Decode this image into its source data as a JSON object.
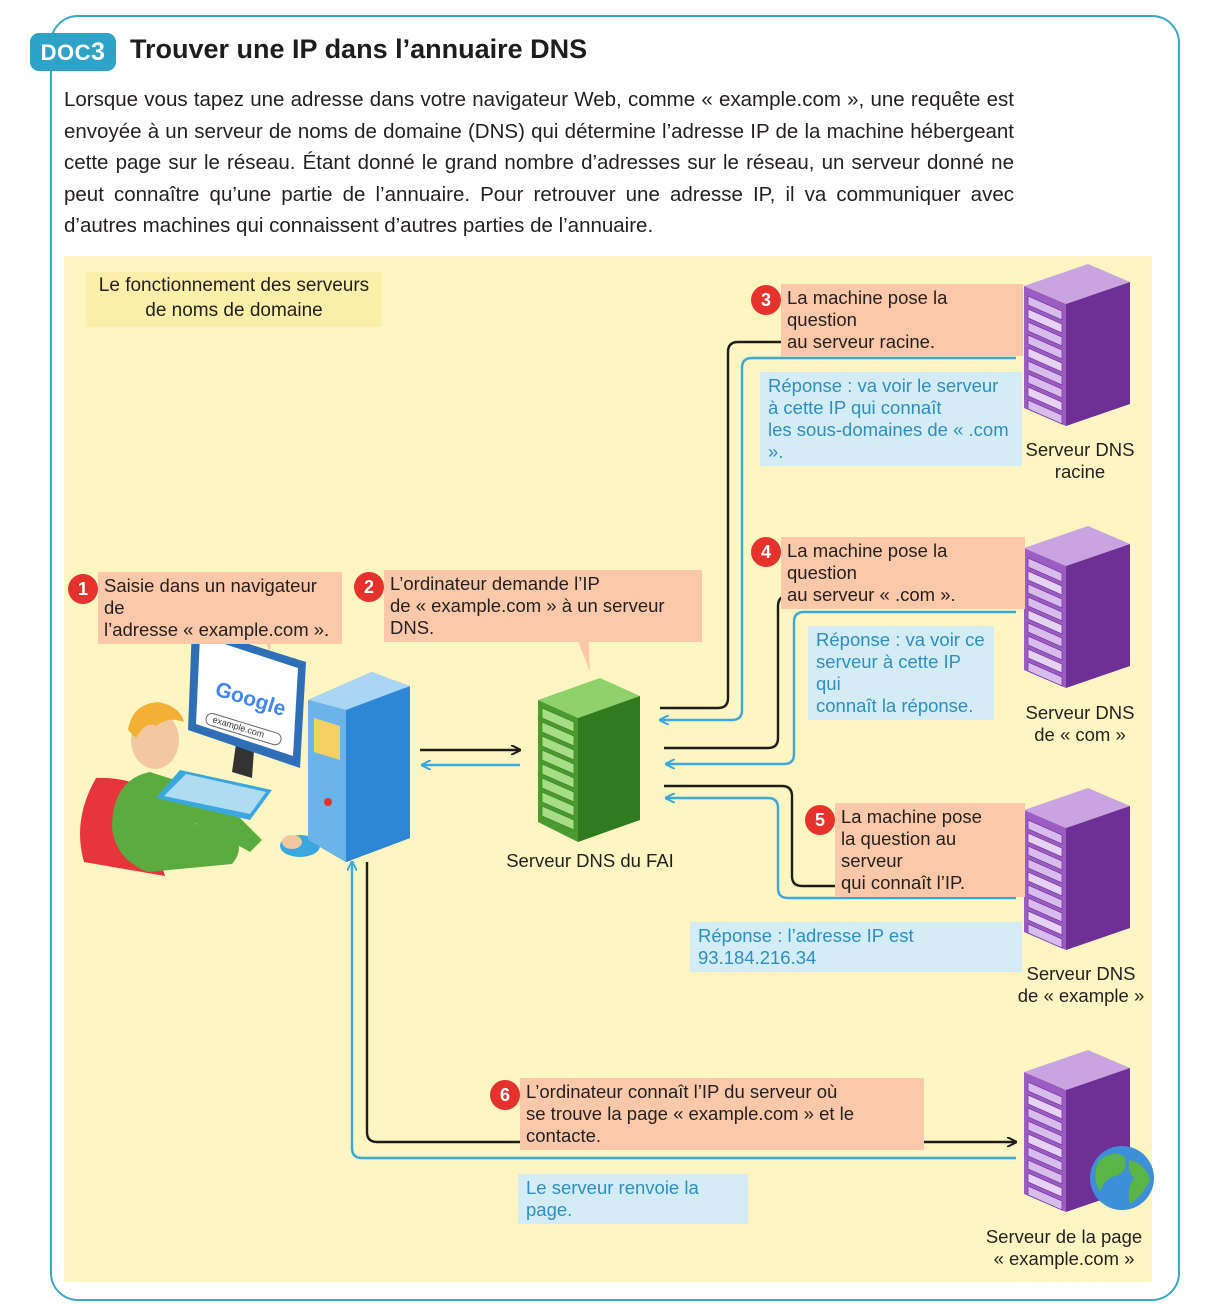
{
  "doc": {
    "badge_prefix": "DOC",
    "badge_number": "3",
    "title": "Trouver une IP dans l’annuaire DNS"
  },
  "intro": "Lorsque vous tapez une adresse dans votre navigateur Web, comme « example.com », une requête est envoyée à un serveur de noms de domaine (DNS) qui détermine l’adresse IP de la machine hébergeant cette page sur le réseau. Étant donné le grand nombre d’adresses sur le réseau, un serveur donné ne peut connaître qu’une partie de l’annuaire. Pour retrouver une adresse IP, il va communiquer avec d’autres machines qui connaissent d’autres parties de l’annuaire.",
  "diagram": {
    "title_line1": "Le fonctionnement des serveurs",
    "title_line2": "de noms de domaine",
    "steps": [
      {
        "number": "1",
        "line1": "Saisie dans un navigateur de",
        "line2": "l’adresse « example.com »."
      },
      {
        "number": "2",
        "line1": "L’ordinateur demande l’IP",
        "line2": "de « example.com » à un serveur DNS."
      },
      {
        "number": "3",
        "line1": "La machine pose la question",
        "line2": "au serveur racine."
      },
      {
        "number": "4",
        "line1": "La machine pose la question",
        "line2": "au serveur « .com »."
      },
      {
        "number": "5",
        "line1": "La machine pose",
        "line2": "la question au serveur",
        "line3": "qui connaît l’IP."
      },
      {
        "number": "6",
        "line1": "L’ordinateur connaît l’IP du serveur où",
        "line2": "se trouve la page « example.com » et le contacte."
      }
    ],
    "answers": {
      "root": {
        "line1": "Réponse : va voir le serveur",
        "line2": "à cette IP qui connaît",
        "line3": "les sous-domaines de « .com »."
      },
      "com": {
        "line1": "Réponse : va voir ce",
        "line2": "serveur à cette IP qui",
        "line3": "connaît la réponse."
      },
      "example": "Réponse : l’adresse IP est 93.184.216.34",
      "page": "Le serveur renvoie la page."
    },
    "servers": {
      "fai": "Serveur DNS du FAI",
      "root": {
        "line1": "Serveur DNS",
        "line2": "racine"
      },
      "com": {
        "line1": "Serveur DNS",
        "line2": "de « com »"
      },
      "example": {
        "line1": "Serveur DNS",
        "line2": "de « example »"
      },
      "page": {
        "line1": "Serveur de la page",
        "line2": "« example.com »"
      }
    },
    "browser": {
      "logo": "Google",
      "search_text": "example.com"
    }
  },
  "colors": {
    "accent": "#2ea3c7",
    "panel": "#fdf6c3",
    "request_bubble": "#fbc9a9",
    "answer_bubble": "#d4ecf6",
    "answer_text": "#2b8fbf",
    "step_circle": "#e5322d",
    "request_arrow": "#1d1d1b",
    "response_arrow": "#3aa8df",
    "dns_server": "#8e4bb0",
    "fai_server": "#5ab33e"
  }
}
